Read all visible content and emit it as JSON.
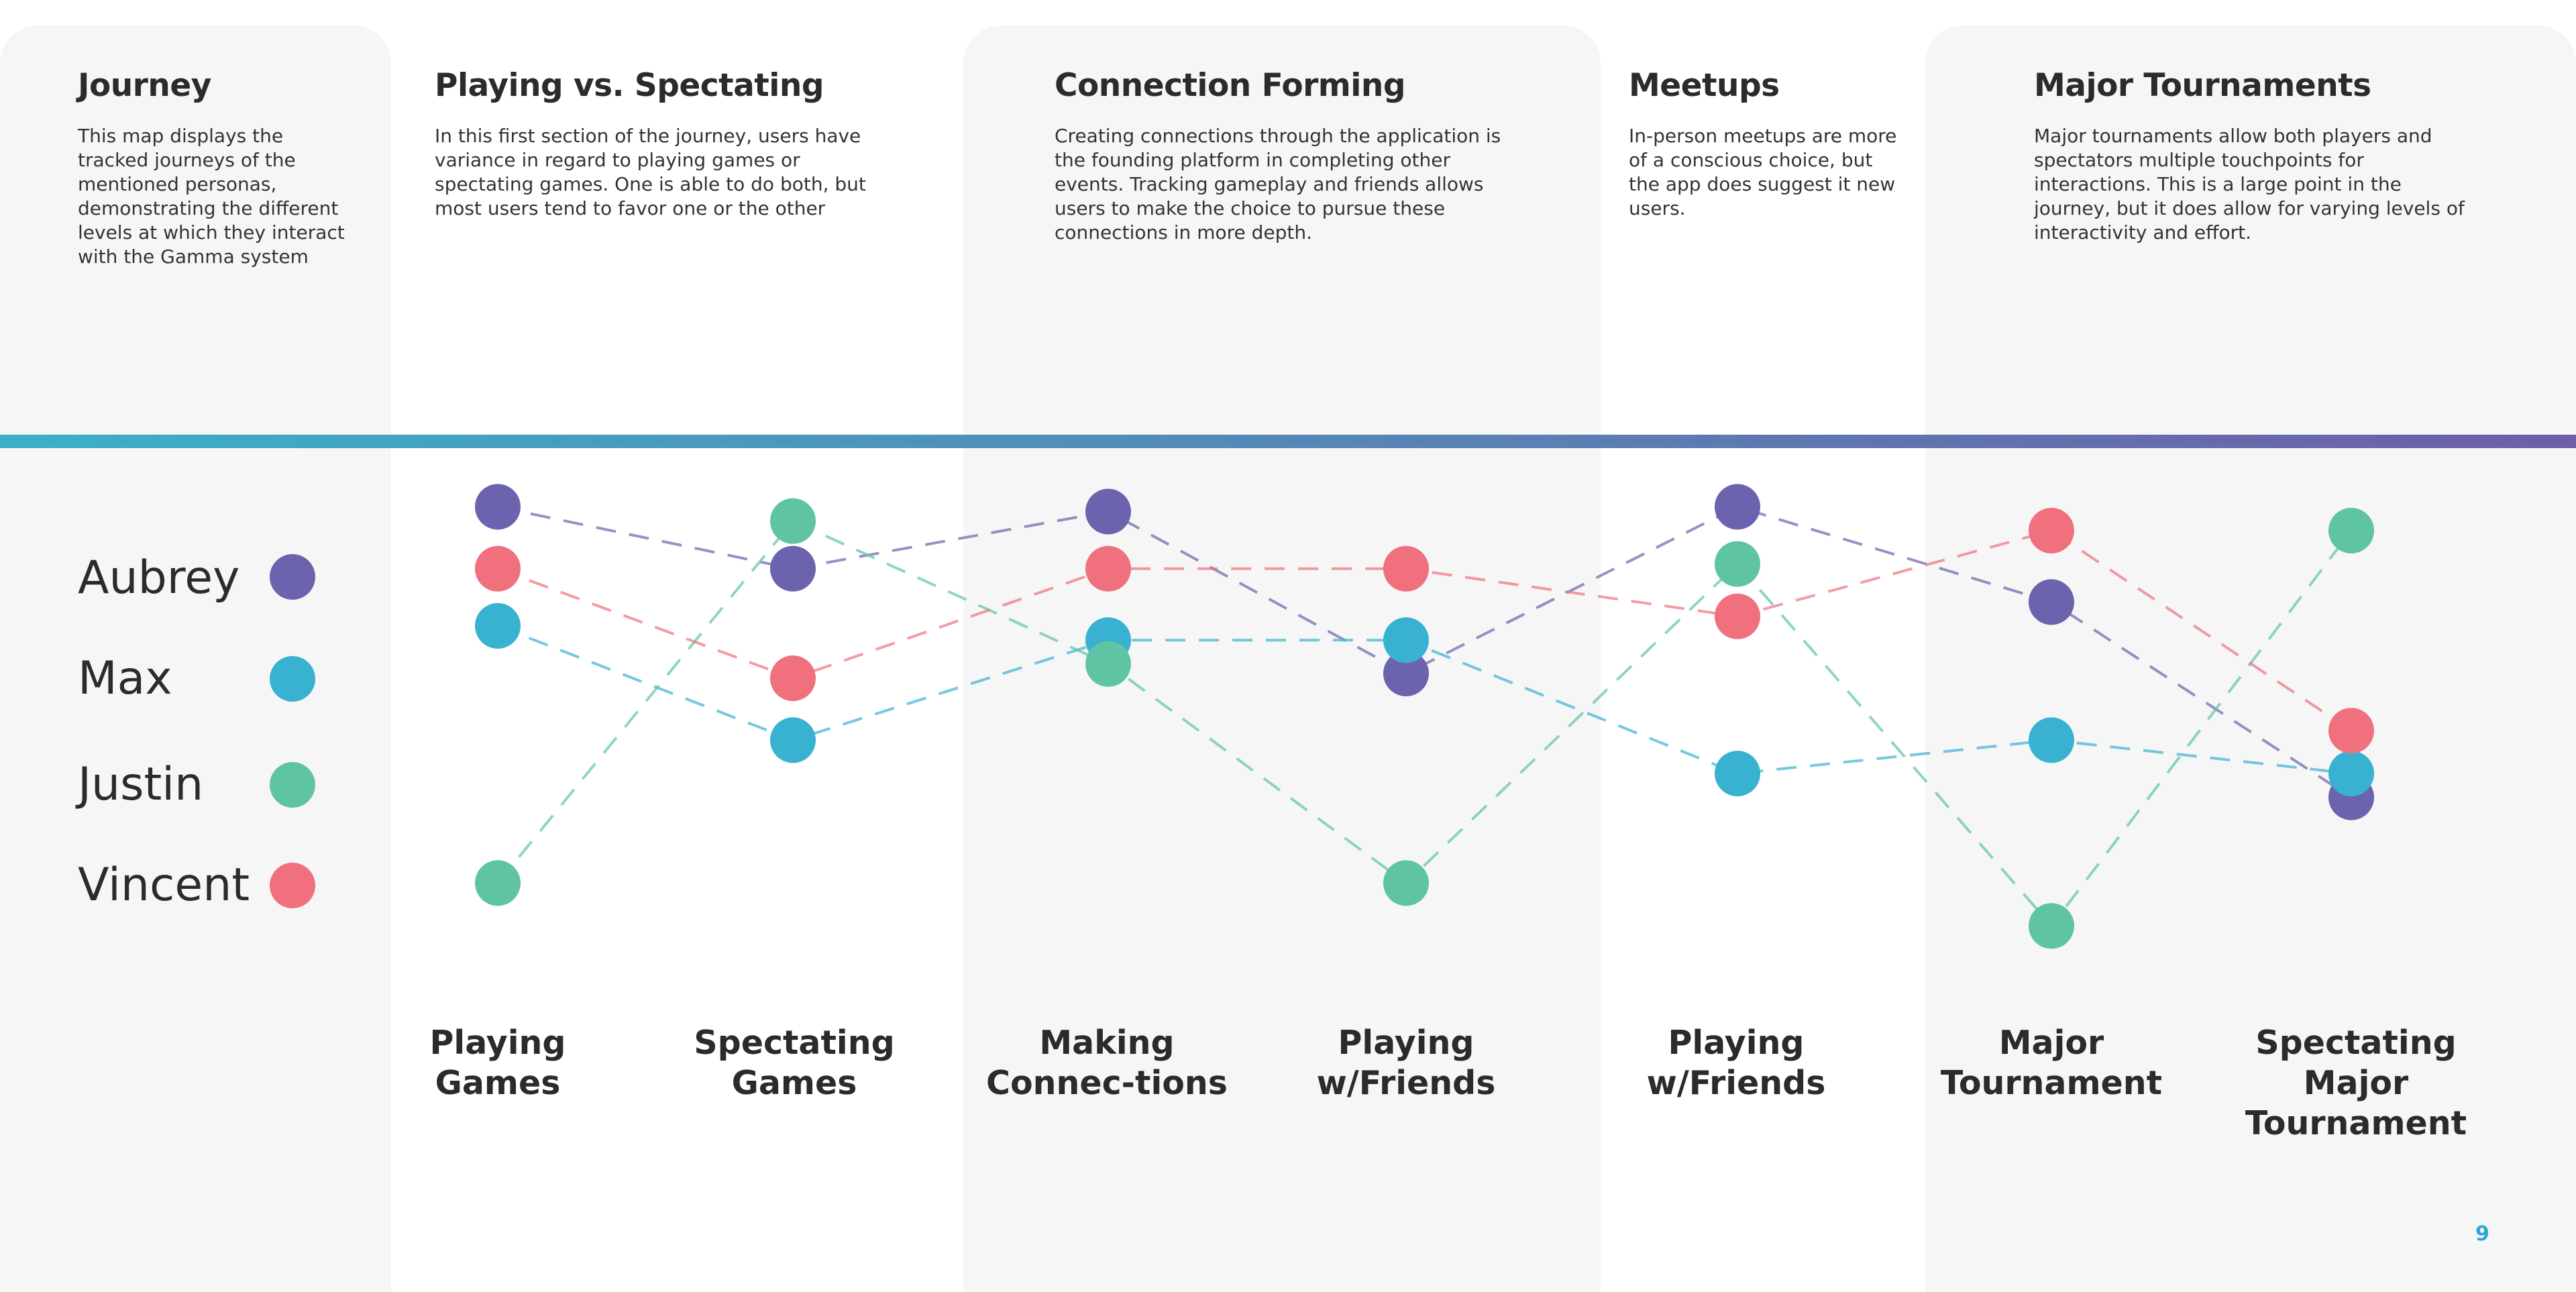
{
  "sections": [
    {
      "title": "Journey",
      "text": "This map displays the tracked journeys of the mentioned personas, demonstrating the different levels at which they interact with the Gamma system"
    },
    {
      "title": "Playing vs. Spectating",
      "text": "In this first section of the journey, users have variance in regard to playing games or spectating games. One is able to do both, but most users tend to favor one or the other"
    },
    {
      "title": "Connection Forming",
      "text": "Creating connections through the application is the founding platform in completing other events. Tracking gameplay and friends allows users to make the choice to pursue these connections in more depth."
    },
    {
      "title": "Meetups",
      "text": "In-person meetups are more of a conscious choice, but the app does suggest it new users."
    },
    {
      "title": "Major Tournaments",
      "text": "Major tournaments allow both players and spectators multiple touchpoints for interactions. This is a large point in the journey, but it does allow for varying levels of interactivity and effort."
    }
  ],
  "legend": [
    {
      "name": "Aubrey",
      "color": "#6b63ad"
    },
    {
      "name": "Max",
      "color": "#39b2d1"
    },
    {
      "name": "Justin",
      "color": "#5ec4a4"
    },
    {
      "name": "Vincent",
      "color": "#f0707e"
    }
  ],
  "stages": [
    "Playing Games",
    "Spectating Games",
    "Making Connec-tions",
    "Playing w/Friends",
    "Playing w/Friends",
    "Major Tournament",
    "Spectating Major Tournament"
  ],
  "page_number": "9",
  "chart_data": {
    "type": "line",
    "categories": [
      "Playing Games",
      "Spectating Games",
      "Making Connec-tions",
      "Playing w/Friends",
      "Playing w/Friends",
      "Major Tournament",
      "Spectating Major Tournament"
    ],
    "series": [
      {
        "name": "Aubrey",
        "color": "#6b63ad",
        "values": [
          9.5,
          8.2,
          9.4,
          6.0,
          9.5,
          7.5,
          3.4
        ]
      },
      {
        "name": "Max",
        "color": "#39b2d1",
        "values": [
          7.0,
          4.6,
          6.7,
          6.7,
          3.9,
          4.6,
          3.9
        ]
      },
      {
        "name": "Justin",
        "color": "#5ec4a4",
        "values": [
          1.6,
          9.2,
          6.2,
          1.6,
          8.3,
          0.7,
          9.0
        ]
      },
      {
        "name": "Vincent",
        "color": "#f0707e",
        "values": [
          8.2,
          5.9,
          8.2,
          8.2,
          7.2,
          9.0,
          4.8
        ]
      }
    ],
    "ylim": [
      0,
      10
    ],
    "grid": false,
    "line_style": "dashed"
  }
}
